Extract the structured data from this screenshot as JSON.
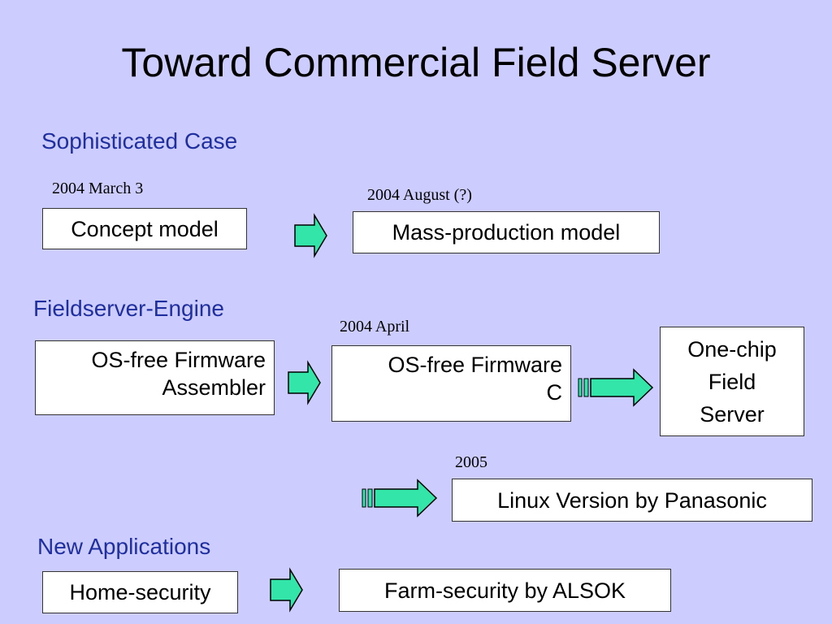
{
  "title": "Toward Commercial Field Server",
  "sections": {
    "sophisticated": "Sophisticated Case",
    "engine": "Fieldserver-Engine",
    "new_apps": "New Applications"
  },
  "dates": {
    "concept": "2004 March 3",
    "mass": "2004 August (?)",
    "april": "2004 April",
    "linux": "2005"
  },
  "boxes": {
    "concept_model": "Concept model",
    "mass_production": "Mass-production model",
    "assembler": {
      "line1": "OS-free Firmware",
      "line2": "Assembler"
    },
    "firmware_c": {
      "line1": "OS-free Firmware",
      "line2": "C"
    },
    "one_chip": {
      "line1": "One-chip",
      "line2": "Field",
      "line3": "Server"
    },
    "linux": "Linux Version by Panasonic",
    "home_security": "Home-security",
    "farm_security": "Farm-security by ALSOK"
  },
  "colors": {
    "background": "#ccccff",
    "section_text": "#1f2f9f",
    "arrow_fill": "#33e5a8"
  }
}
